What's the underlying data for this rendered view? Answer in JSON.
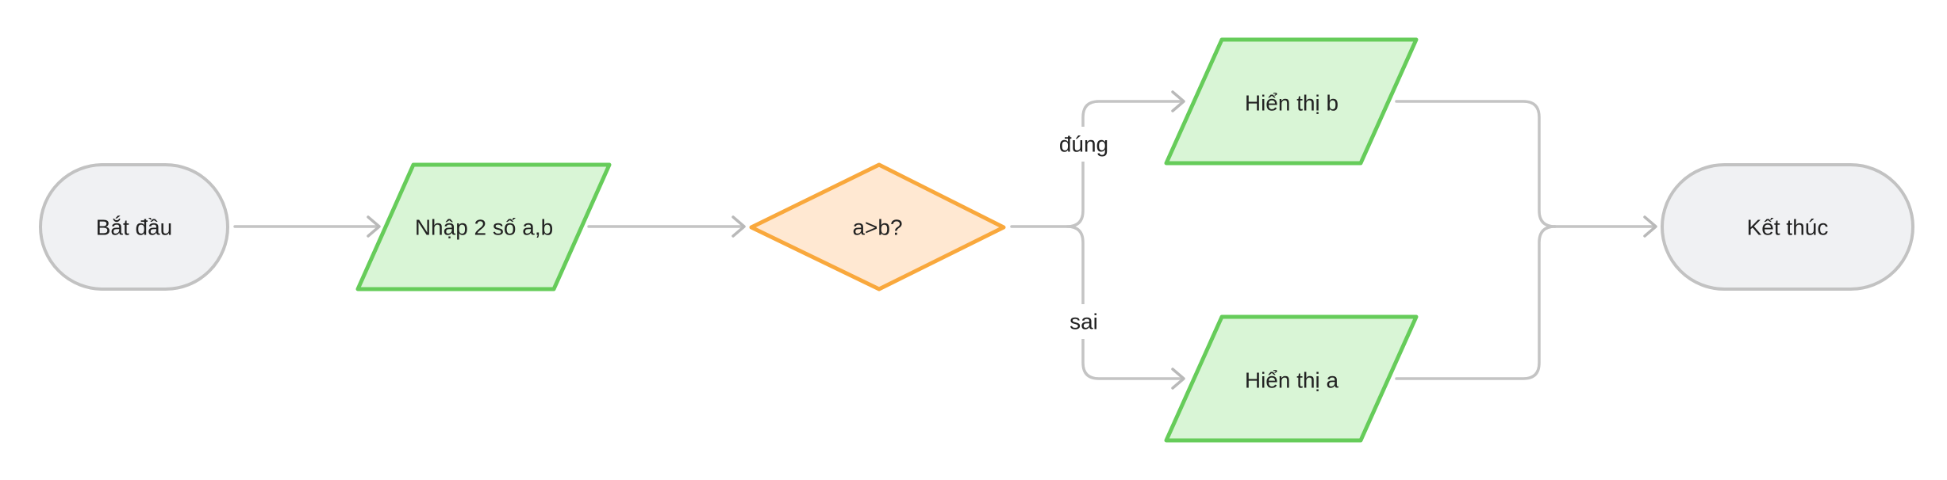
{
  "nodes": {
    "start": {
      "label": "Bắt đầu",
      "shape": "terminal"
    },
    "input": {
      "label": "Nhập 2 số a,b",
      "shape": "input-output"
    },
    "decision": {
      "label": "a>b?",
      "shape": "decision"
    },
    "show_b": {
      "label": "Hiển thị b",
      "shape": "input-output"
    },
    "show_a": {
      "label": "Hiển thị a",
      "shape": "input-output"
    },
    "end": {
      "label": "Kết thúc",
      "shape": "terminal"
    }
  },
  "edges": {
    "yes_label": "đúng",
    "no_label": "sai"
  },
  "colors": {
    "terminal_fill": "#f0f1f3",
    "terminal_stroke": "#c2c2c2",
    "io_fill": "#d9f5d6",
    "io_stroke": "#66cc5a",
    "decision_fill": "#ffe8d2",
    "decision_stroke": "#f9a83c",
    "connector": "#c4c4c4"
  }
}
